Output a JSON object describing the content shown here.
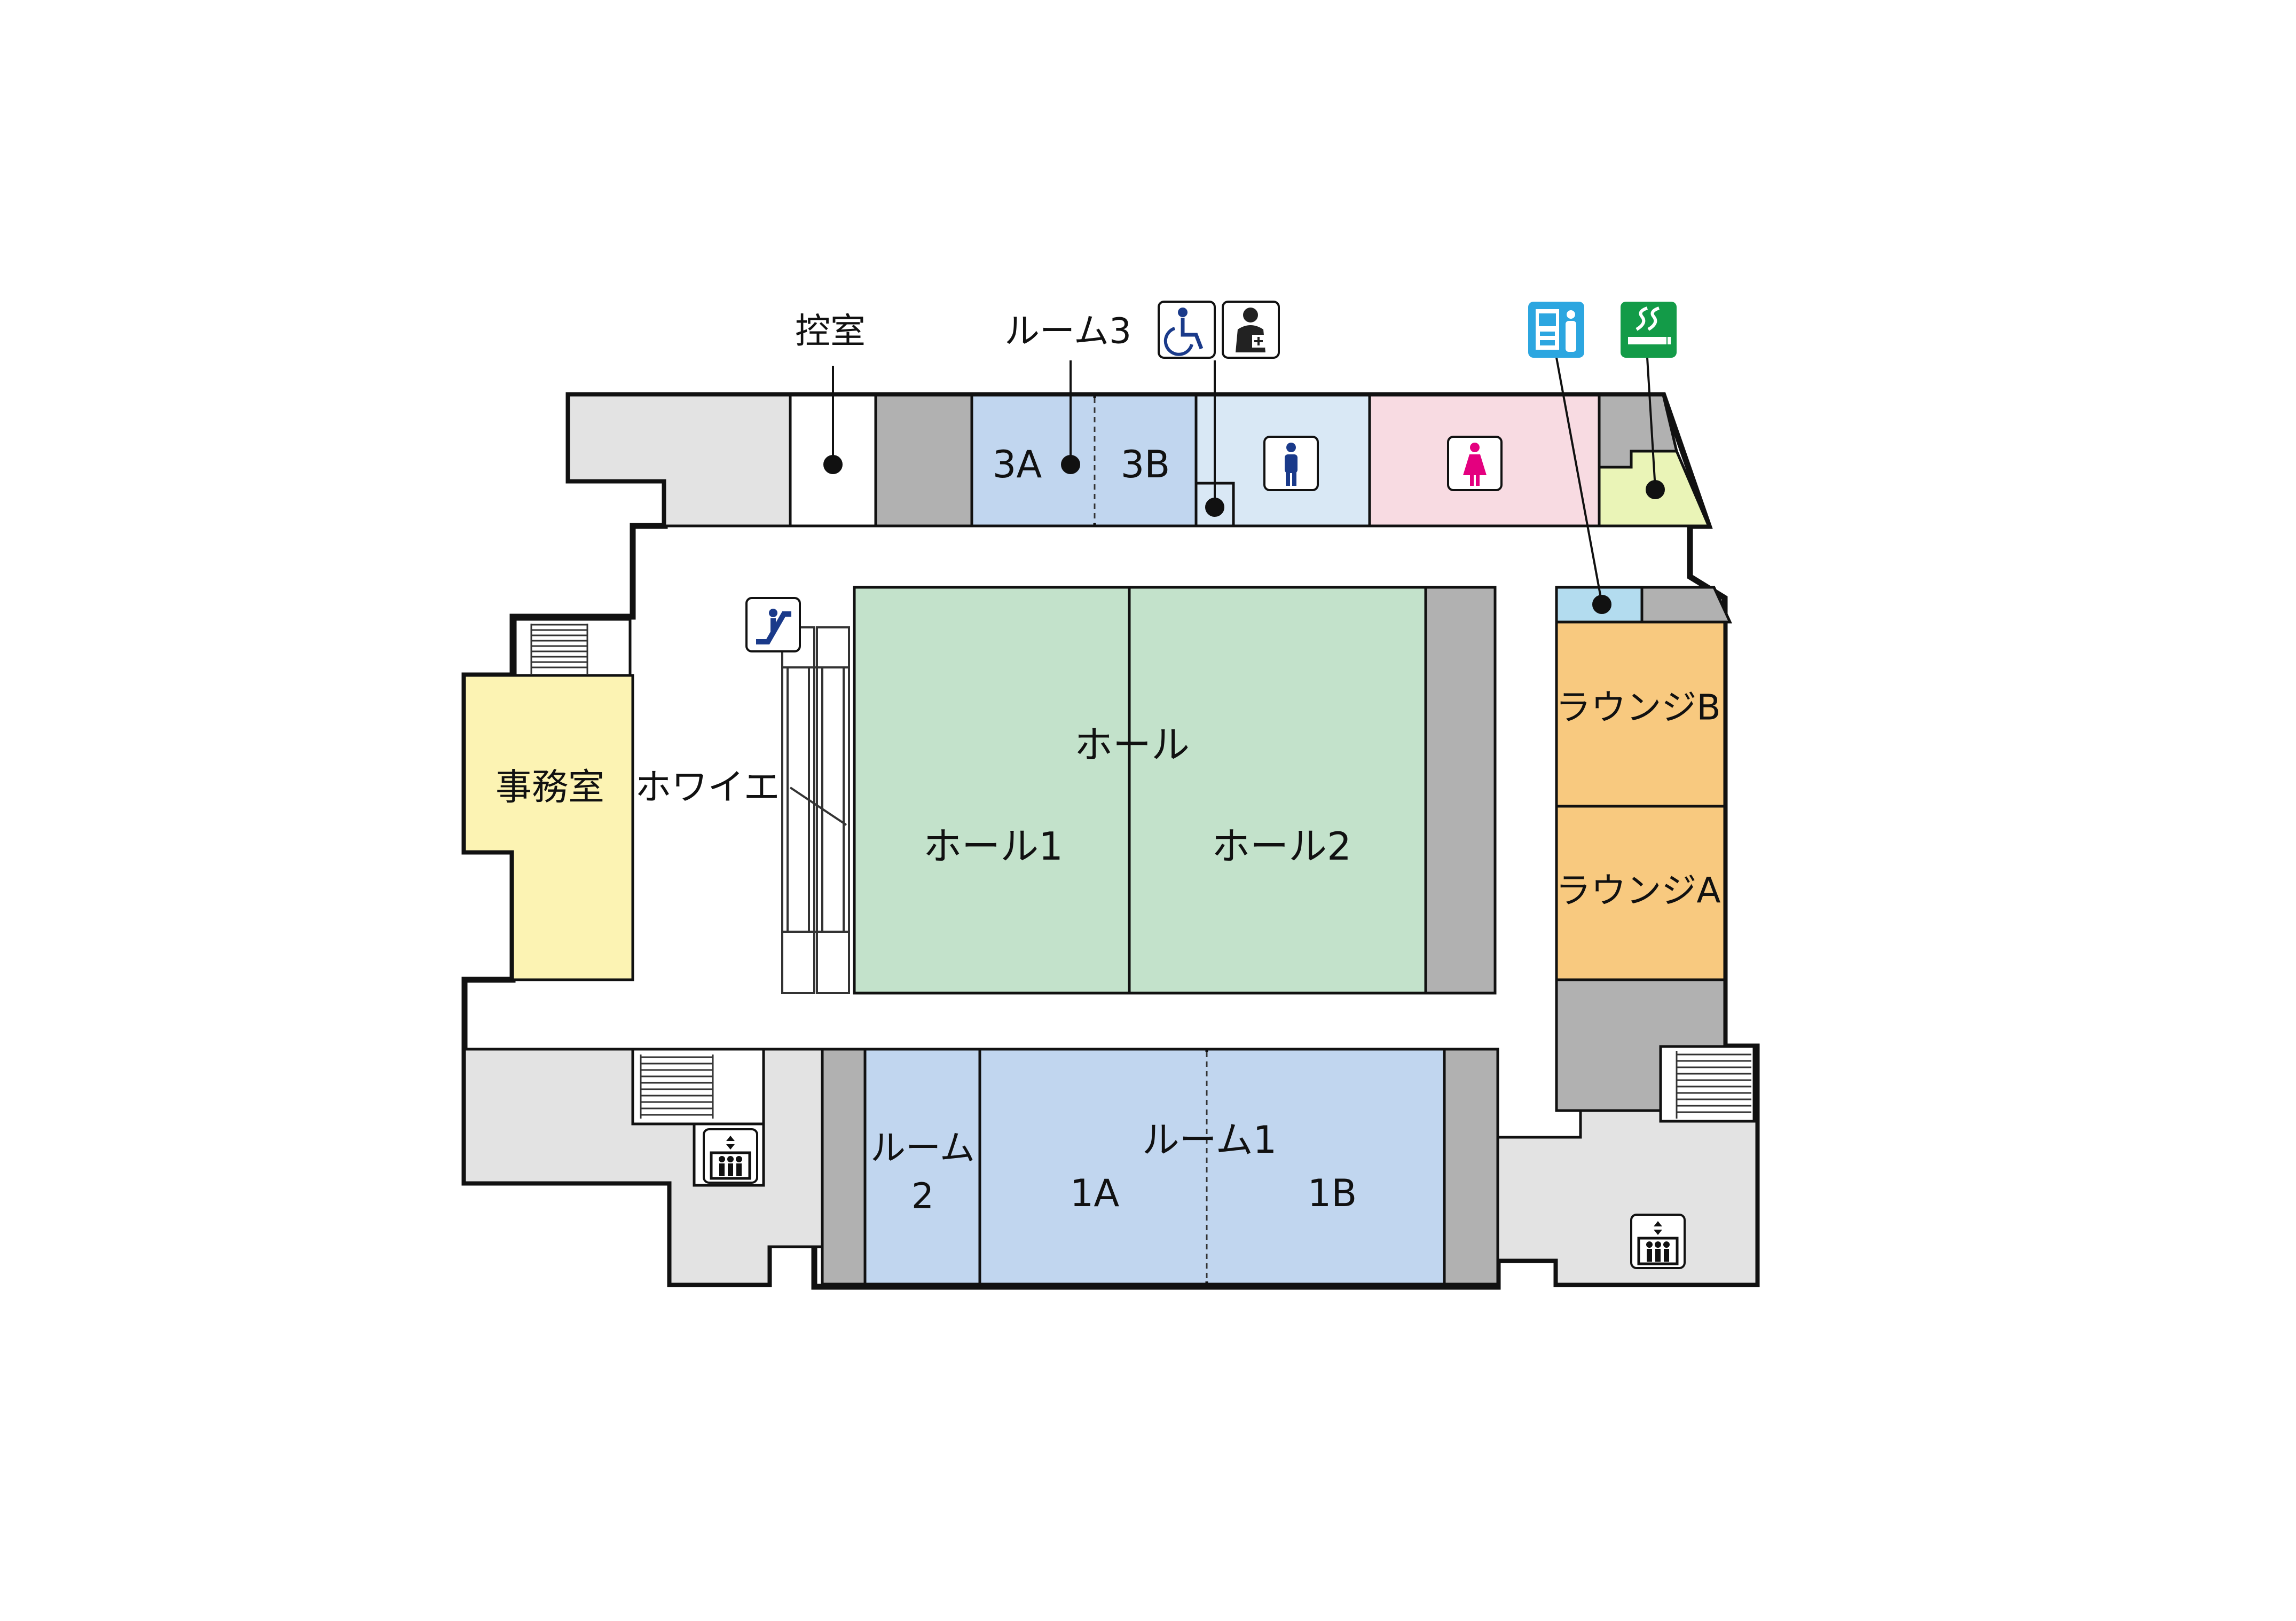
{
  "rooms": {
    "hikaeshitsu": "控室",
    "room3": "ルーム3",
    "room3a": "3A",
    "room3b": "3B",
    "jimushitsu": "事務室",
    "foyer": "ホワイエ",
    "hall": "ホール",
    "hall1": "ホール1",
    "hall2": "ホール2",
    "lounge_b": "ラウンジB",
    "lounge_a": "ラウンジA",
    "room2_line1": "ルーム",
    "room2_line2": "2",
    "room1": "ルーム1",
    "room1a": "1A",
    "room1b": "1B"
  },
  "icons": {
    "wheelchair": "wheelchair-icon",
    "nursing": "nursing-room-icon",
    "vending": "vending-machine-icon",
    "smoking": "smoking-area-icon",
    "mens": "mens-restroom-icon",
    "womens": "womens-restroom-icon",
    "escalator": "escalator-icon",
    "elevator": "elevator-icon"
  },
  "colors": {
    "service": "#e3e3e3",
    "core": "#b1b1b1",
    "office": "#fcf3b3",
    "hall": "#c3e2cb",
    "room_blue": "#c1d6ef",
    "restroom_men": "#d9e8f5",
    "restroom_women": "#f8dbe2",
    "smoking_area": "#eaf4b7",
    "lounge": "#f8c97f",
    "vending_strip": "#b3dcef",
    "icon_blue": "#1a3a8a",
    "icon_pink": "#e4007f",
    "icon_cyan": "#2ca6e0",
    "icon_green": "#139b48"
  }
}
